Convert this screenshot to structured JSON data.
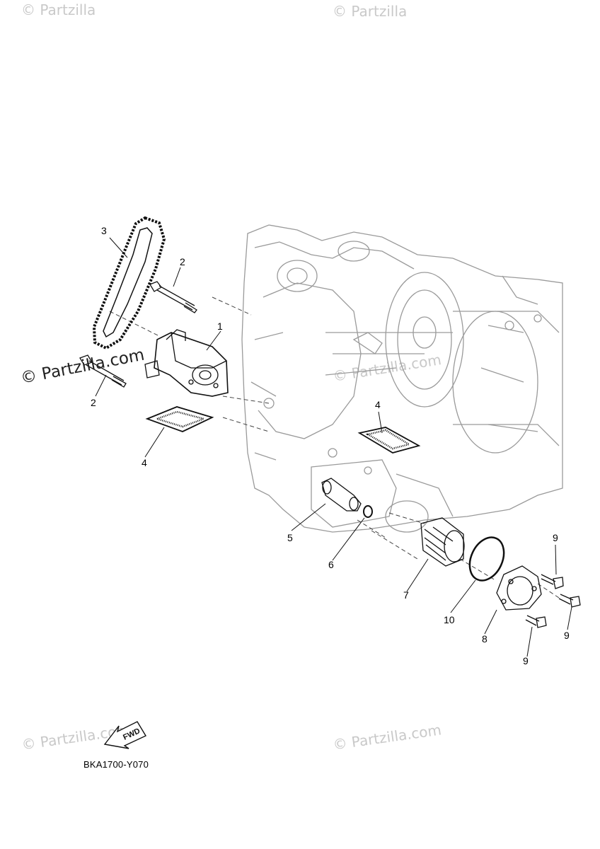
{
  "watermarks": {
    "top_left": "© Partzilla",
    "top_right": "© Partzilla",
    "main": "© Partzilla.com",
    "center_faint": "© Partzilla.com",
    "bottom_left": "© Partzilla.com",
    "bottom_right": "© Partzilla.com"
  },
  "callouts": {
    "c1": "1",
    "c2a": "2",
    "c2b": "2",
    "c3": "3",
    "c4a": "4",
    "c4b": "4",
    "c5": "5",
    "c6": "6",
    "c7": "7",
    "c8": "8",
    "c9a": "9",
    "c9b": "9",
    "c9c": "9",
    "c10": "10"
  },
  "fwd_label": "FWD",
  "diagram_code": "BKA1700-Y070"
}
